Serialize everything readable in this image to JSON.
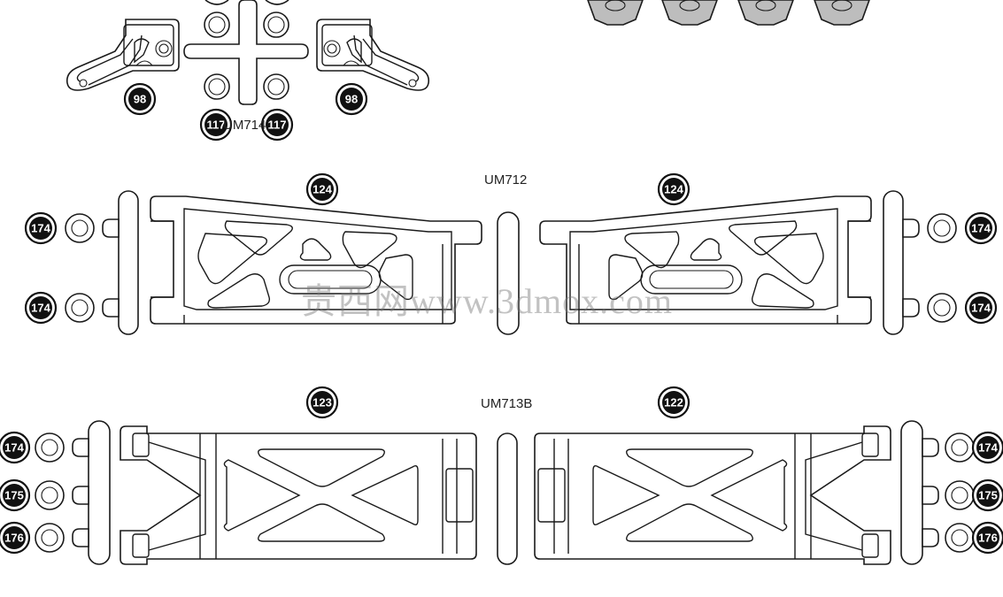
{
  "models": {
    "top": "UM714",
    "middle": "UM712",
    "bottom": "UM713B"
  },
  "badges": {
    "b98_left": "98",
    "b98_right": "98",
    "b117_left": "117",
    "b117_right": "117",
    "b124_left": "124",
    "b124_right": "124",
    "b123": "123",
    "b122": "122",
    "b174_ml_top": "174",
    "b174_ml_bot": "174",
    "b174_mr_top": "174",
    "b174_mr_bot": "174",
    "b174_bl": "174",
    "b175_bl": "175",
    "b176_bl": "176",
    "b174_br": "174",
    "b175_br": "175",
    "b176_br": "176"
  },
  "watermark": "贵西网www.3dmox.com",
  "colors": {
    "line": "#1a1a1a",
    "nut_fill": "#bdbdbd",
    "badge": "#111111"
  }
}
